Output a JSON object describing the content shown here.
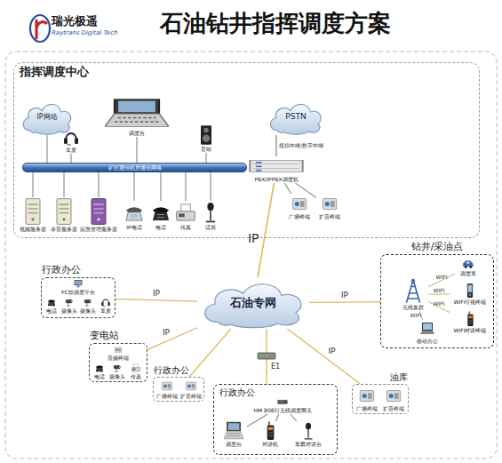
{
  "diagram": {
    "title": "石油钻井指挥调度方案",
    "nodes": [
      {
        "text": [
          "指挥调度中心"
        ]
      },
      {
        "text": [
          "IP网络"
        ],
        "in": 0
      },
      {
        "text": [
          "耳麦"
        ],
        "in": 0
      },
      {
        "text": [
          "调度台"
        ],
        "in": 0
      },
      {
        "text": [
          "音响"
        ],
        "in": 0
      },
      {
        "text": [
          "PSTN"
        ],
        "in": 0
      },
      {
        "text": [
          "矿区通信机房通信网络"
        ],
        "in": 0
      },
      {
        "text": [
          "PBX/IPPBX调度机"
        ],
        "in": 0
      },
      {
        "text": [
          "广播终端"
        ],
        "in": 0
      },
      {
        "text": [
          "扩音终端"
        ],
        "in": 0
      },
      {
        "text": [
          "视频服务器"
        ],
        "in": 0
      },
      {
        "text": [
          "录音服务器"
        ],
        "in": 0
      },
      {
        "text": [
          "应急管理服务器"
        ],
        "in": 0
      },
      {
        "text": [
          "IP电话"
        ],
        "in": 0
      },
      {
        "text": [
          "电话"
        ],
        "in": 0
      },
      {
        "text": [
          "传真"
        ],
        "in": 0
      },
      {
        "text": [
          "话筒"
        ],
        "in": 0
      },
      {
        "text": [
          "石油专网"
        ]
      },
      {
        "text": [
          "行政办公"
        ]
      },
      {
        "text": [
          "PC软调度平台"
        ],
        "in": 18
      },
      {
        "text": [
          "耳麦"
        ],
        "in": 18
      },
      {
        "text": [
          "电话"
        ],
        "in": 18
      },
      {
        "text": [
          "摄像头"
        ],
        "in": 18
      },
      {
        "text": [
          "摄像头"
        ],
        "in": 18
      },
      {
        "text": [
          "变电站"
        ]
      },
      {
        "text": [
          "音频终端"
        ],
        "in": 24
      },
      {
        "text": [
          "电话"
        ],
        "in": 24
      },
      {
        "text": [
          "摄像头"
        ],
        "in": 24
      },
      {
        "text": [
          "传真"
        ],
        "in": 24
      },
      {
        "text": [
          "行政办公"
        ]
      },
      {
        "text": [
          "广播终端"
        ],
        "in": 29
      },
      {
        "text": [
          "扩音终端"
        ],
        "in": 29
      },
      {
        "text": [
          "行政办公"
        ]
      },
      {
        "text": [
          "HM 808行无线调度网关"
        ],
        "in": 32
      },
      {
        "text": [
          "调度台"
        ],
        "in": 32
      },
      {
        "text": [
          "对讲机"
        ],
        "in": 32
      },
      {
        "text": [
          "车载对讲台"
        ],
        "in": 32
      },
      {
        "text": [
          "油库"
        ]
      },
      {
        "text": [
          "广播终端"
        ],
        "in": 37
      },
      {
        "text": [
          "扩音终端"
        ],
        "in": 37
      },
      {
        "text": [
          "钻井/采油点"
        ]
      },
      {
        "text": [
          "调度车"
        ],
        "in": 40
      },
      {
        "text": [
          "无线集群"
        ],
        "in": 40
      },
      {
        "text": [
          "WIFI可视终端"
        ],
        "in": 40
      },
      {
        "text": [
          "WIFI对讲终端"
        ],
        "in": 40
      },
      {
        "text": [
          "移动办公"
        ],
        "in": 40
      }
    ],
    "edges": [
      {
        "from": 1,
        "to": 6,
        "arrow": "none"
      },
      {
        "from": 2,
        "to": 6,
        "arrow": "none"
      },
      {
        "from": 3,
        "to": 6,
        "arrow": "none"
      },
      {
        "from": 4,
        "to": 6,
        "arrow": "none"
      },
      {
        "from": 7,
        "to": 6,
        "arrow": "none"
      },
      {
        "from": 10,
        "to": 6,
        "arrow": "none"
      },
      {
        "from": 11,
        "to": 6,
        "arrow": "none"
      },
      {
        "from": 12,
        "to": 6,
        "arrow": "none"
      },
      {
        "from": 13,
        "to": 6,
        "arrow": "none"
      },
      {
        "from": 14,
        "to": 6,
        "arrow": "none"
      },
      {
        "from": 15,
        "to": 6,
        "arrow": "none"
      },
      {
        "from": 16,
        "to": 6,
        "arrow": "none"
      },
      {
        "from": 5,
        "to": 7,
        "label": "模拟中继/数字中继",
        "arrow": "none"
      },
      {
        "from": 7,
        "to": 8,
        "arrow": "none"
      },
      {
        "from": 7,
        "to": 9,
        "arrow": "none"
      },
      {
        "from": 7,
        "to": 17,
        "label": "IP",
        "arrow": "none"
      },
      {
        "from": 17,
        "to": 18,
        "label": "IP",
        "arrow": "none"
      },
      {
        "from": 17,
        "to": 24,
        "label": "IP",
        "arrow": "none"
      },
      {
        "from": 17,
        "to": 29,
        "arrow": "none"
      },
      {
        "from": 17,
        "to": 32,
        "label": "E1",
        "arrow": "none"
      },
      {
        "from": 17,
        "to": 37,
        "label": "IP",
        "arrow": "none"
      },
      {
        "from": 17,
        "to": 40,
        "label": "IP",
        "arrow": "none"
      },
      {
        "from": 42,
        "to": 41,
        "label": "WIFI",
        "arrow": "none"
      },
      {
        "from": 42,
        "to": 43,
        "label": "WIFI",
        "arrow": "none"
      },
      {
        "from": 42,
        "to": 44,
        "label": "WIFI",
        "arrow": "none"
      },
      {
        "from": 42,
        "to": 45,
        "label": "WIFI",
        "arrow": "none"
      },
      {
        "from": 33,
        "to": 34,
        "arrow": "none"
      },
      {
        "from": 33,
        "to": 35,
        "arrow": "none"
      },
      {
        "from": 33,
        "to": 36,
        "arrow": "none"
      }
    ],
    "labels": [
      "瑞光极遥",
      "Raytrans Digital Tech"
    ]
  }
}
